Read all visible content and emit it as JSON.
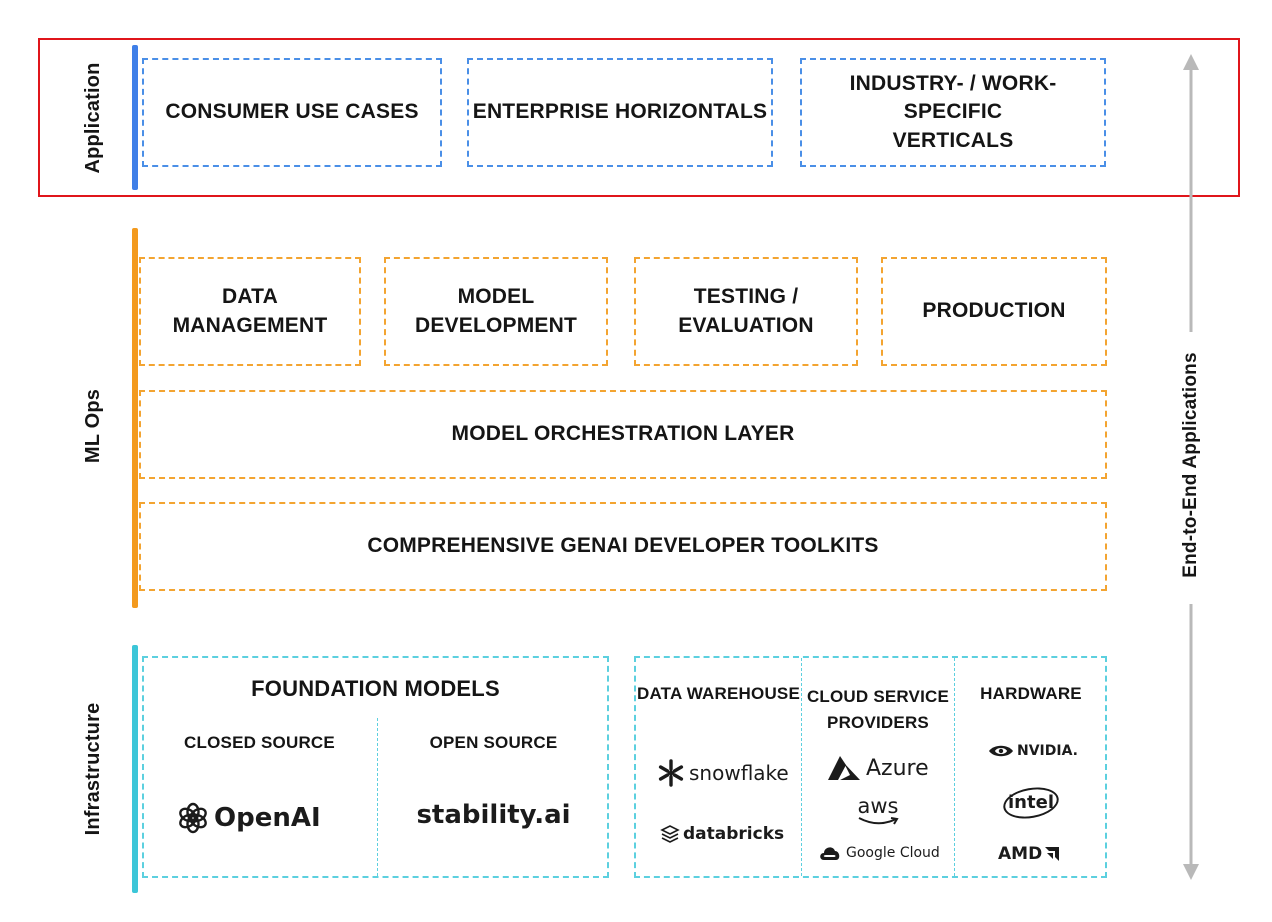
{
  "colors": {
    "highlight": "#e0151b",
    "application": "#3f7fe8",
    "mlops": "#f39a1e",
    "infrastructure": "#3cc6d8",
    "arrow": "#b9b9b9"
  },
  "layers": {
    "application": {
      "label": "Application",
      "boxes": [
        "CONSUMER USE CASES",
        "ENTERPRISE HORIZONTALS",
        "INDUSTRY- / WORK-SPECIFIC\nVERTICALS"
      ]
    },
    "mlops": {
      "label": "ML Ops",
      "boxes": [
        "DATA\nMANAGEMENT",
        "MODEL\nDEVELOPMENT",
        "TESTING /\nEVALUATION",
        "PRODUCTION"
      ],
      "orchestration": "MODEL ORCHESTRATION LAYER",
      "toolkits": "COMPREHENSIVE GENAI DEVELOPER TOOLKITS"
    },
    "infrastructure": {
      "label": "Infrastructure",
      "foundation_title": "FOUNDATION MODELS",
      "closed_source": {
        "title": "CLOSED SOURCE",
        "logos": [
          "OpenAI"
        ]
      },
      "open_source": {
        "title": "OPEN SOURCE",
        "logos": [
          "stability.ai"
        ]
      },
      "data_warehouse": {
        "title": "DATA WAREHOUSE",
        "logos": [
          "snowflake",
          "databricks"
        ]
      },
      "cloud": {
        "title": "CLOUD SERVICE\nPROVIDERS",
        "logos": [
          "Azure",
          "aws",
          "Google Cloud"
        ]
      },
      "hardware": {
        "title": "HARDWARE",
        "logos": [
          "NVIDIA.",
          "intel",
          "AMD"
        ]
      }
    }
  },
  "side_arrow": {
    "label": "End-to-End Applications"
  },
  "icons": [
    "openai-logo-icon",
    "snowflake-logo-icon",
    "databricks-logo-icon",
    "azure-logo-icon",
    "aws-smile-icon",
    "google-cloud-icon",
    "nvidia-eye-icon",
    "amd-arrow-icon"
  ]
}
